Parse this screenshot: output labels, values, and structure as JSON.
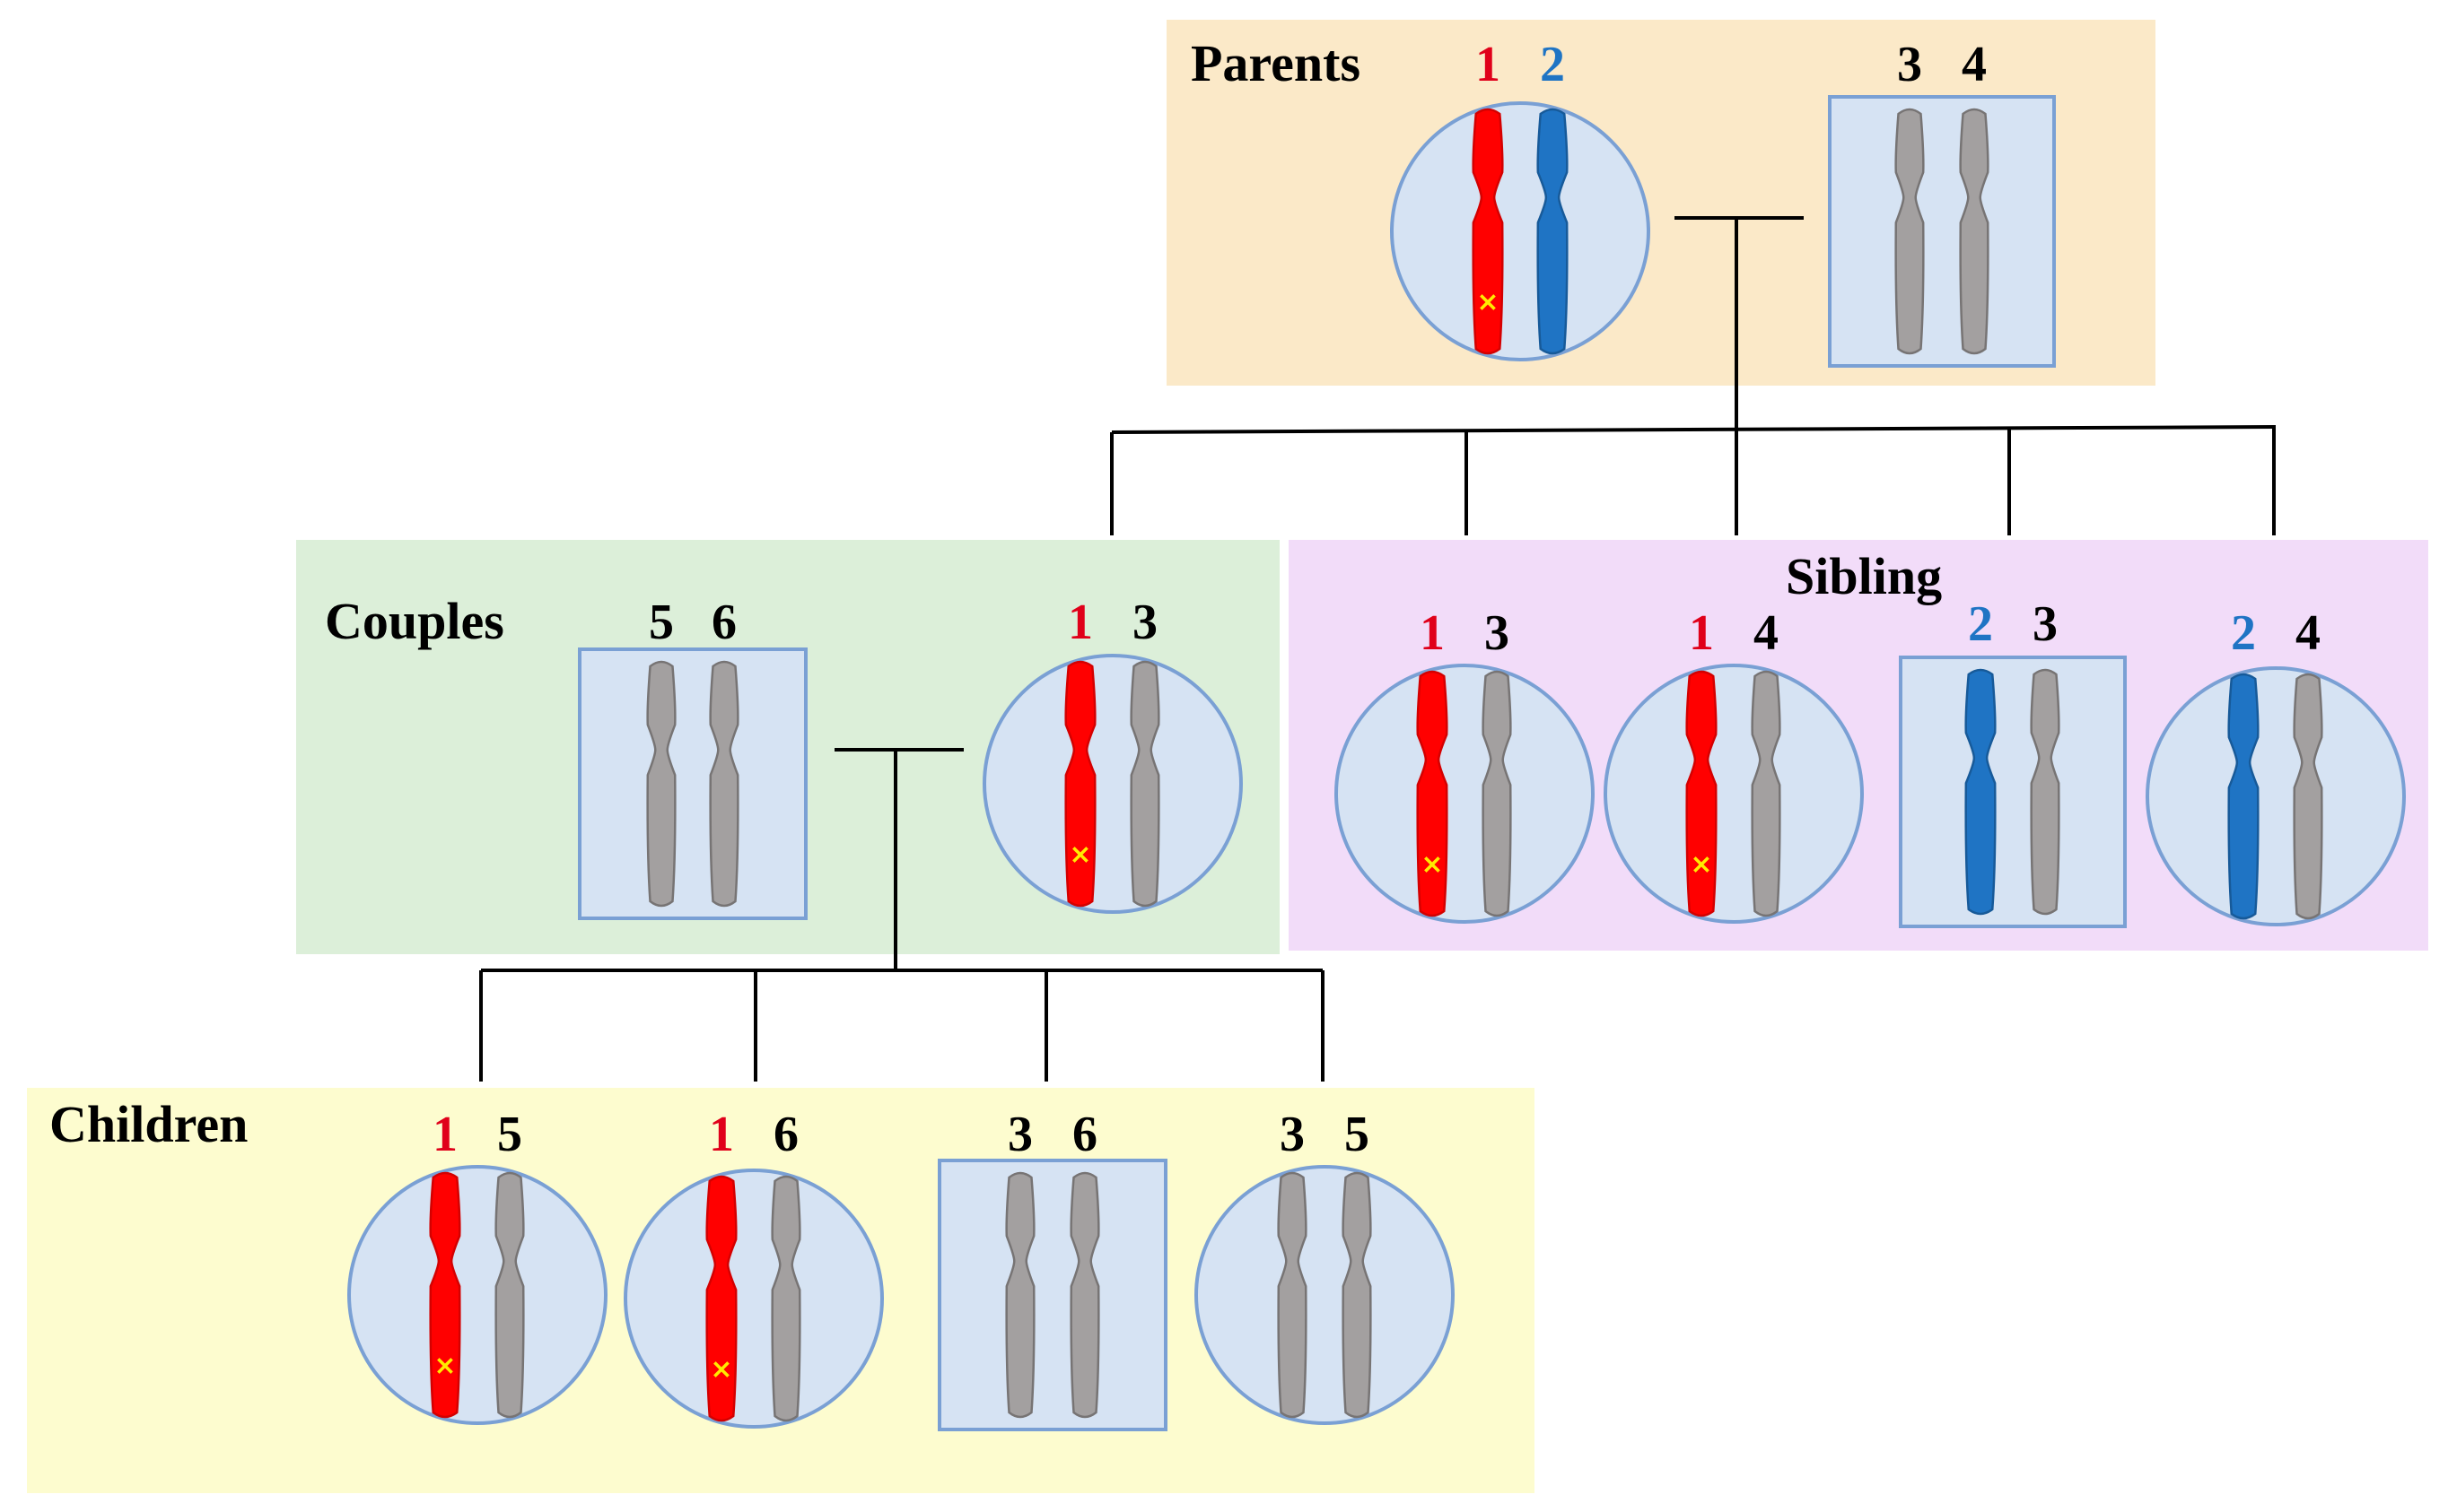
{
  "colors": {
    "background": "#ffffff",
    "parents_panel": "#fbe9c8",
    "couples_panel": "#dcefd9",
    "sibling_panel": "#f2dcf9",
    "children_panel": "#fdfccf",
    "cell_fill": "#d6e3f3",
    "cell_border": "#7aa0d4",
    "chromosome_1": "#ff0000",
    "chromosome_2": "#1f74c4",
    "chromosome_other": "#a3a0a0",
    "mutation_mark": "#ffeb00",
    "label_red": "#e0001a",
    "label_blue": "#1f74c4",
    "label_black": "#000000"
  },
  "mutation_symbol": "×",
  "sections": {
    "parents": {
      "title": "Parents"
    },
    "couples": {
      "title": "Couples"
    },
    "sibling": {
      "title": "Sibling"
    },
    "children": {
      "title": "Children"
    }
  },
  "individuals": [
    {
      "id": "parent-a",
      "section": "parents",
      "shape": "circle",
      "chromosomes": [
        {
          "label": "1",
          "color": "red",
          "mutated": true
        },
        {
          "label": "2",
          "color": "blue",
          "mutated": false
        }
      ]
    },
    {
      "id": "parent-b",
      "section": "parents",
      "shape": "square",
      "chromosomes": [
        {
          "label": "3",
          "color": "gray",
          "mutated": false
        },
        {
          "label": "4",
          "color": "gray",
          "mutated": false
        }
      ]
    },
    {
      "id": "spouse",
      "section": "couples",
      "shape": "square",
      "chromosomes": [
        {
          "label": "5",
          "color": "gray",
          "mutated": false
        },
        {
          "label": "6",
          "color": "gray",
          "mutated": false
        }
      ]
    },
    {
      "id": "couple-sibling",
      "section": "couples",
      "shape": "circle",
      "chromosomes": [
        {
          "label": "1",
          "color": "red",
          "mutated": true
        },
        {
          "label": "3",
          "color": "gray",
          "mutated": false
        }
      ]
    },
    {
      "id": "sibling-1",
      "section": "sibling",
      "shape": "circle",
      "chromosomes": [
        {
          "label": "1",
          "color": "red",
          "mutated": true
        },
        {
          "label": "3",
          "color": "gray",
          "mutated": false
        }
      ]
    },
    {
      "id": "sibling-2",
      "section": "sibling",
      "shape": "circle",
      "chromosomes": [
        {
          "label": "1",
          "color": "red",
          "mutated": true
        },
        {
          "label": "4",
          "color": "gray",
          "mutated": false
        }
      ]
    },
    {
      "id": "sibling-3",
      "section": "sibling",
      "shape": "square",
      "chromosomes": [
        {
          "label": "2",
          "color": "blue",
          "mutated": false
        },
        {
          "label": "3",
          "color": "gray",
          "mutated": false
        }
      ]
    },
    {
      "id": "sibling-4",
      "section": "sibling",
      "shape": "circle",
      "chromosomes": [
        {
          "label": "2",
          "color": "blue",
          "mutated": false
        },
        {
          "label": "4",
          "color": "gray",
          "mutated": false
        }
      ]
    },
    {
      "id": "child-1",
      "section": "children",
      "shape": "circle",
      "chromosomes": [
        {
          "label": "1",
          "color": "red",
          "mutated": true
        },
        {
          "label": "5",
          "color": "gray",
          "mutated": false
        }
      ]
    },
    {
      "id": "child-2",
      "section": "children",
      "shape": "circle",
      "chromosomes": [
        {
          "label": "1",
          "color": "red",
          "mutated": true
        },
        {
          "label": "6",
          "color": "gray",
          "mutated": false
        }
      ]
    },
    {
      "id": "child-3",
      "section": "children",
      "shape": "square",
      "chromosomes": [
        {
          "label": "3",
          "color": "gray",
          "mutated": false
        },
        {
          "label": "6",
          "color": "gray",
          "mutated": false
        }
      ]
    },
    {
      "id": "child-4",
      "section": "children",
      "shape": "circle",
      "chromosomes": [
        {
          "label": "3",
          "color": "gray",
          "mutated": false
        },
        {
          "label": "5",
          "color": "gray",
          "mutated": false
        }
      ]
    }
  ]
}
